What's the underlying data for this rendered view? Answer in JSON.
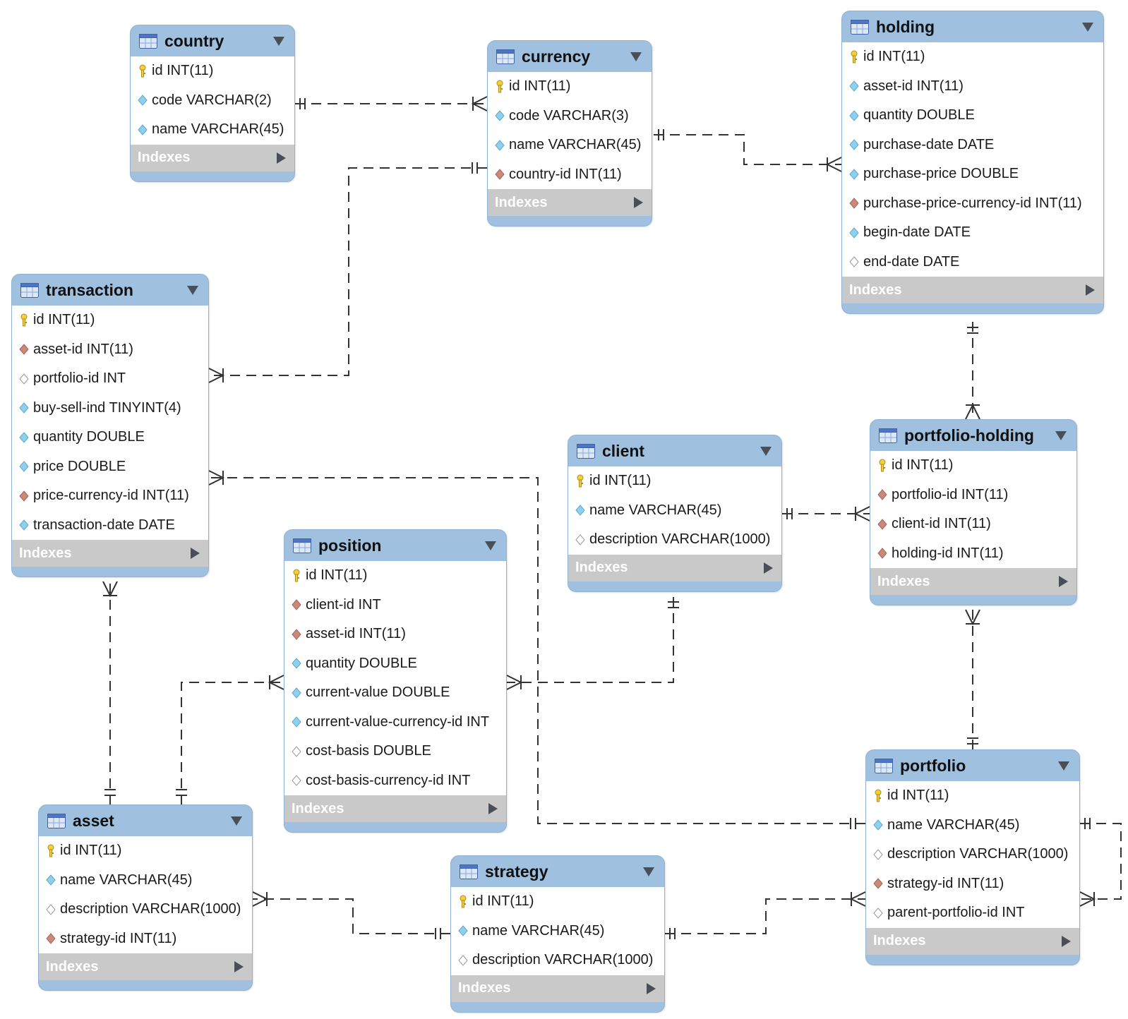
{
  "indexes_label": "Indexes",
  "colors": {
    "header": "#9fc0de",
    "indexes_bar": "#c9c9c9",
    "line": "#333333"
  },
  "entities": {
    "country": {
      "name": "country",
      "columns": [
        {
          "text": "id INT(11)",
          "key": "pk"
        },
        {
          "text": "code VARCHAR(2)",
          "key": "col"
        },
        {
          "text": "name VARCHAR(45)",
          "key": "col"
        }
      ]
    },
    "currency": {
      "name": "currency",
      "columns": [
        {
          "text": "id INT(11)",
          "key": "pk"
        },
        {
          "text": "code VARCHAR(3)",
          "key": "col"
        },
        {
          "text": "name VARCHAR(45)",
          "key": "col"
        },
        {
          "text": "country-id INT(11)",
          "key": "fk"
        }
      ]
    },
    "holding": {
      "name": "holding",
      "columns": [
        {
          "text": "id INT(11)",
          "key": "pk"
        },
        {
          "text": "asset-id INT(11)",
          "key": "col"
        },
        {
          "text": "quantity DOUBLE",
          "key": "col"
        },
        {
          "text": "purchase-date DATE",
          "key": "col"
        },
        {
          "text": "purchase-price DOUBLE",
          "key": "col"
        },
        {
          "text": "purchase-price-currency-id INT(11)",
          "key": "fk"
        },
        {
          "text": "begin-date DATE",
          "key": "col"
        },
        {
          "text": "end-date DATE",
          "key": "null"
        }
      ]
    },
    "transaction": {
      "name": "transaction",
      "columns": [
        {
          "text": "id INT(11)",
          "key": "pk"
        },
        {
          "text": "asset-id INT(11)",
          "key": "fk"
        },
        {
          "text": "portfolio-id INT",
          "key": "null"
        },
        {
          "text": "buy-sell-ind TINYINT(4)",
          "key": "col"
        },
        {
          "text": "quantity DOUBLE",
          "key": "col"
        },
        {
          "text": "price DOUBLE",
          "key": "col"
        },
        {
          "text": "price-currency-id INT(11)",
          "key": "fk"
        },
        {
          "text": "transaction-date DATE",
          "key": "col"
        }
      ]
    },
    "client": {
      "name": "client",
      "columns": [
        {
          "text": "id INT(11)",
          "key": "pk"
        },
        {
          "text": "name VARCHAR(45)",
          "key": "col"
        },
        {
          "text": "description VARCHAR(1000)",
          "key": "null"
        }
      ]
    },
    "portfolio_holding": {
      "name": "portfolio-holding",
      "columns": [
        {
          "text": "id INT(11)",
          "key": "pk"
        },
        {
          "text": "portfolio-id INT(11)",
          "key": "fk"
        },
        {
          "text": "client-id INT(11)",
          "key": "fk"
        },
        {
          "text": "holding-id INT(11)",
          "key": "fk"
        }
      ]
    },
    "position": {
      "name": "position",
      "columns": [
        {
          "text": "id INT(11)",
          "key": "pk"
        },
        {
          "text": "client-id INT",
          "key": "fk"
        },
        {
          "text": "asset-id INT(11)",
          "key": "fk"
        },
        {
          "text": "quantity DOUBLE",
          "key": "col"
        },
        {
          "text": "current-value DOUBLE",
          "key": "col"
        },
        {
          "text": "current-value-currency-id INT",
          "key": "col"
        },
        {
          "text": "cost-basis DOUBLE",
          "key": "null"
        },
        {
          "text": "cost-basis-currency-id INT",
          "key": "null"
        }
      ]
    },
    "asset": {
      "name": "asset",
      "columns": [
        {
          "text": "id INT(11)",
          "key": "pk"
        },
        {
          "text": "name VARCHAR(45)",
          "key": "col"
        },
        {
          "text": "description VARCHAR(1000)",
          "key": "null"
        },
        {
          "text": "strategy-id INT(11)",
          "key": "fk"
        }
      ]
    },
    "strategy": {
      "name": "strategy",
      "columns": [
        {
          "text": "id INT(11)",
          "key": "pk"
        },
        {
          "text": "name VARCHAR(45)",
          "key": "col"
        },
        {
          "text": "description VARCHAR(1000)",
          "key": "null"
        }
      ]
    },
    "portfolio": {
      "name": "portfolio",
      "columns": [
        {
          "text": "id INT(11)",
          "key": "pk"
        },
        {
          "text": "name VARCHAR(45)",
          "key": "col"
        },
        {
          "text": "description VARCHAR(1000)",
          "key": "null"
        },
        {
          "text": "strategy-id INT(11)",
          "key": "fk"
        },
        {
          "text": "parent-portfolio-id INT",
          "key": "null"
        }
      ]
    }
  },
  "relationships": [
    {
      "from": "country",
      "to": "currency",
      "from_end": "one",
      "to_end": "many"
    },
    {
      "from": "currency",
      "to": "holding",
      "from_end": "one",
      "to_end": "many"
    },
    {
      "from": "currency",
      "to": "transaction",
      "from_end": "one",
      "to_end": "many"
    },
    {
      "from": "holding",
      "to": "portfolio-holding",
      "from_end": "one",
      "to_end": "many"
    },
    {
      "from": "client",
      "to": "portfolio-holding",
      "from_end": "one",
      "to_end": "many"
    },
    {
      "from": "portfolio",
      "to": "portfolio-holding",
      "from_end": "one",
      "to_end": "many"
    },
    {
      "from": "portfolio",
      "to": "transaction",
      "from_end": "one",
      "to_end": "many"
    },
    {
      "from": "client",
      "to": "position",
      "from_end": "one",
      "to_end": "many"
    },
    {
      "from": "asset",
      "to": "position",
      "from_end": "one",
      "to_end": "many"
    },
    {
      "from": "asset",
      "to": "transaction",
      "from_end": "one",
      "to_end": "many"
    },
    {
      "from": "strategy",
      "to": "asset",
      "from_end": "one",
      "to_end": "many"
    },
    {
      "from": "strategy",
      "to": "portfolio",
      "from_end": "one",
      "to_end": "many"
    },
    {
      "from": "portfolio",
      "to": "portfolio",
      "from_end": "one",
      "to_end": "many"
    }
  ]
}
